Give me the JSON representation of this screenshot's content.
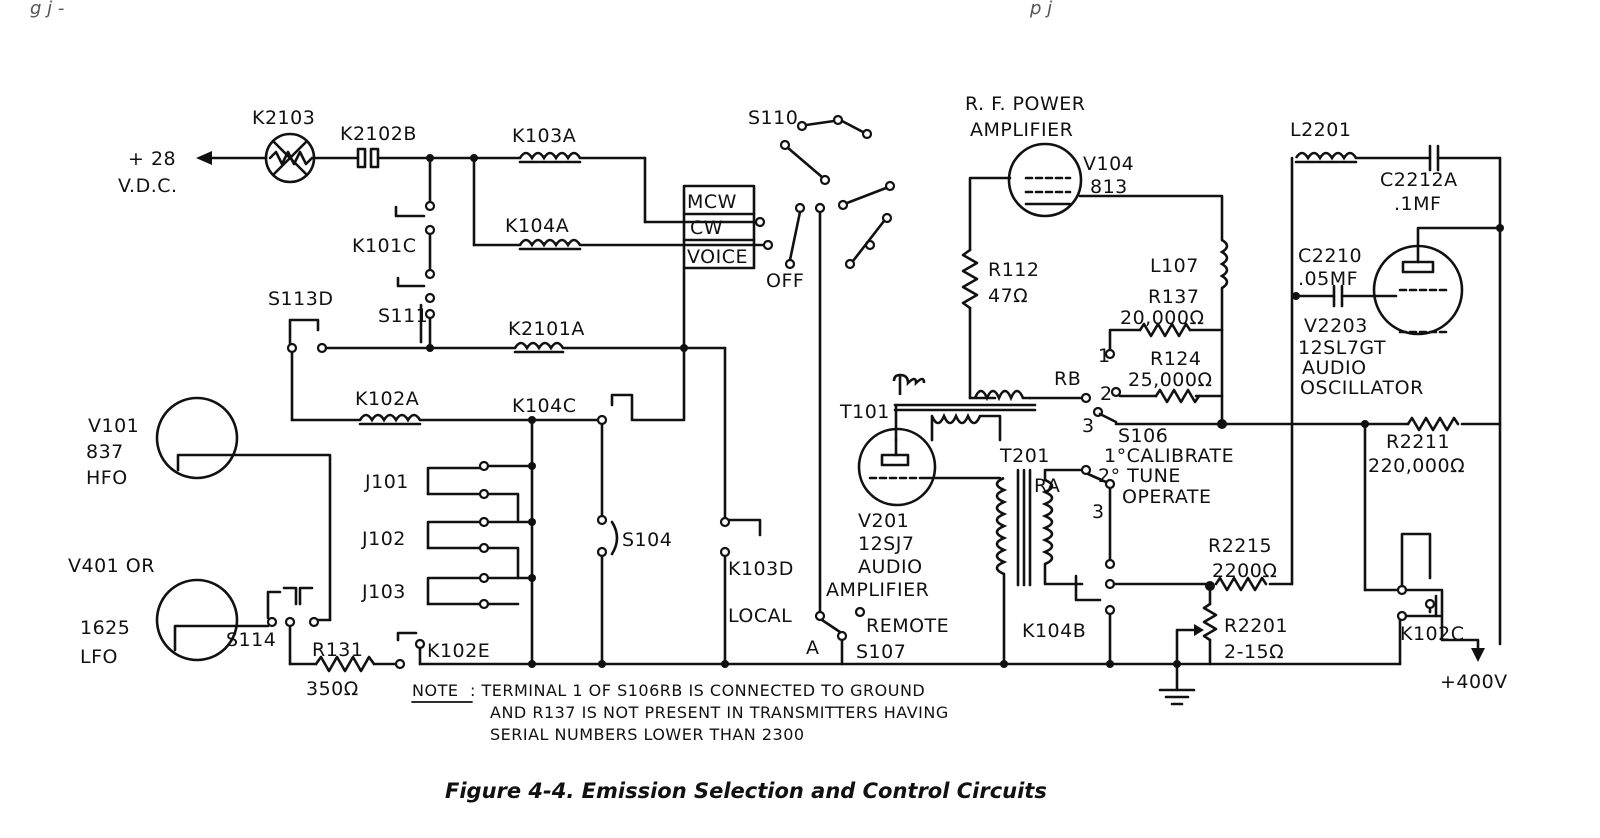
{
  "header": {
    "left_fragment": "g     j                      -",
    "right_fragment": "                  p                               j"
  },
  "labels": {
    "v28": "+ 28",
    "vdc": "V.D.C.",
    "k2103": "K2103",
    "k2102b": "K2102B",
    "k103a": "K103A",
    "k104a": "K104A",
    "k101c": "K101C",
    "s111": "S111",
    "s113d": "S113D",
    "k2101a": "K2101A",
    "k102a": "K102A",
    "k104c": "K104C",
    "v101": "V101",
    "v101_type": "837",
    "v101_role": "HFO",
    "j101": "J101",
    "j102": "J102",
    "j103": "J103",
    "s104": "S104",
    "k103d": "K103D",
    "v401": "V401 OR",
    "v401_type": "1625",
    "v401_role": "LFO",
    "s114": "S114",
    "r131": "R131",
    "r131_val": "350Ω",
    "k102e": "K102E",
    "mcw": "MCW",
    "cw": "CW",
    "voice": "VOICE",
    "s110": "S110",
    "off": "OFF",
    "local": "LOCAL",
    "remote": "REMOTE",
    "a": "A",
    "s107": "S107",
    "rfpa1": "R. F. POWER",
    "rfpa2": "AMPLIFIER",
    "v104": "V104",
    "v104_type": "813",
    "r112": "R112",
    "r112_val": "47Ω",
    "l107": "L107",
    "r137": "R137",
    "r137_val": "20,000Ω",
    "r124": "R124",
    "r124_val": "25,000Ω",
    "rb": "RB",
    "t101": "T101",
    "t201": "T201",
    "ra": "RA",
    "s106": "S106",
    "n1": "1",
    "n2": "2",
    "n3": "3",
    "calibrate": "1°CALIBRATE",
    "tune": "2° TUNE",
    "operate": "OPERATE",
    "v201": "V201",
    "v201_type": "12SJ7",
    "v201_r1": "AUDIO",
    "v201_r2": "AMPLIFIER",
    "k104b": "K104B",
    "r2215": "R2215",
    "r2215_val": "2200Ω",
    "r2201": "R2201",
    "r2201_val": "2-15Ω",
    "l2201": "L2201",
    "c2212a": "C2212A",
    "c2212a_val": ".1MF",
    "c2210": "C2210",
    "c2210_val": ".05MF",
    "v2203": "V2203",
    "v2203_type": "12SL7GT",
    "v2203_r1": "AUDIO",
    "v2203_r2": "OSCILLATOR",
    "r2211": "R2211",
    "r2211_val": "220,000Ω",
    "k102c": "K102C",
    "v400": "+400V"
  },
  "note": {
    "heading": "NOTE",
    "line1": ": TERMINAL 1 OF S106RB IS CONNECTED  TO GROUND",
    "line2": "AND R137 IS NOT PRESENT IN TRANSMITTERS  HAVING",
    "line3": "SERIAL NUMBERS  LOWER THAN  2300"
  },
  "caption": "Figure 4-4. Emission Selection and Control Circuits"
}
